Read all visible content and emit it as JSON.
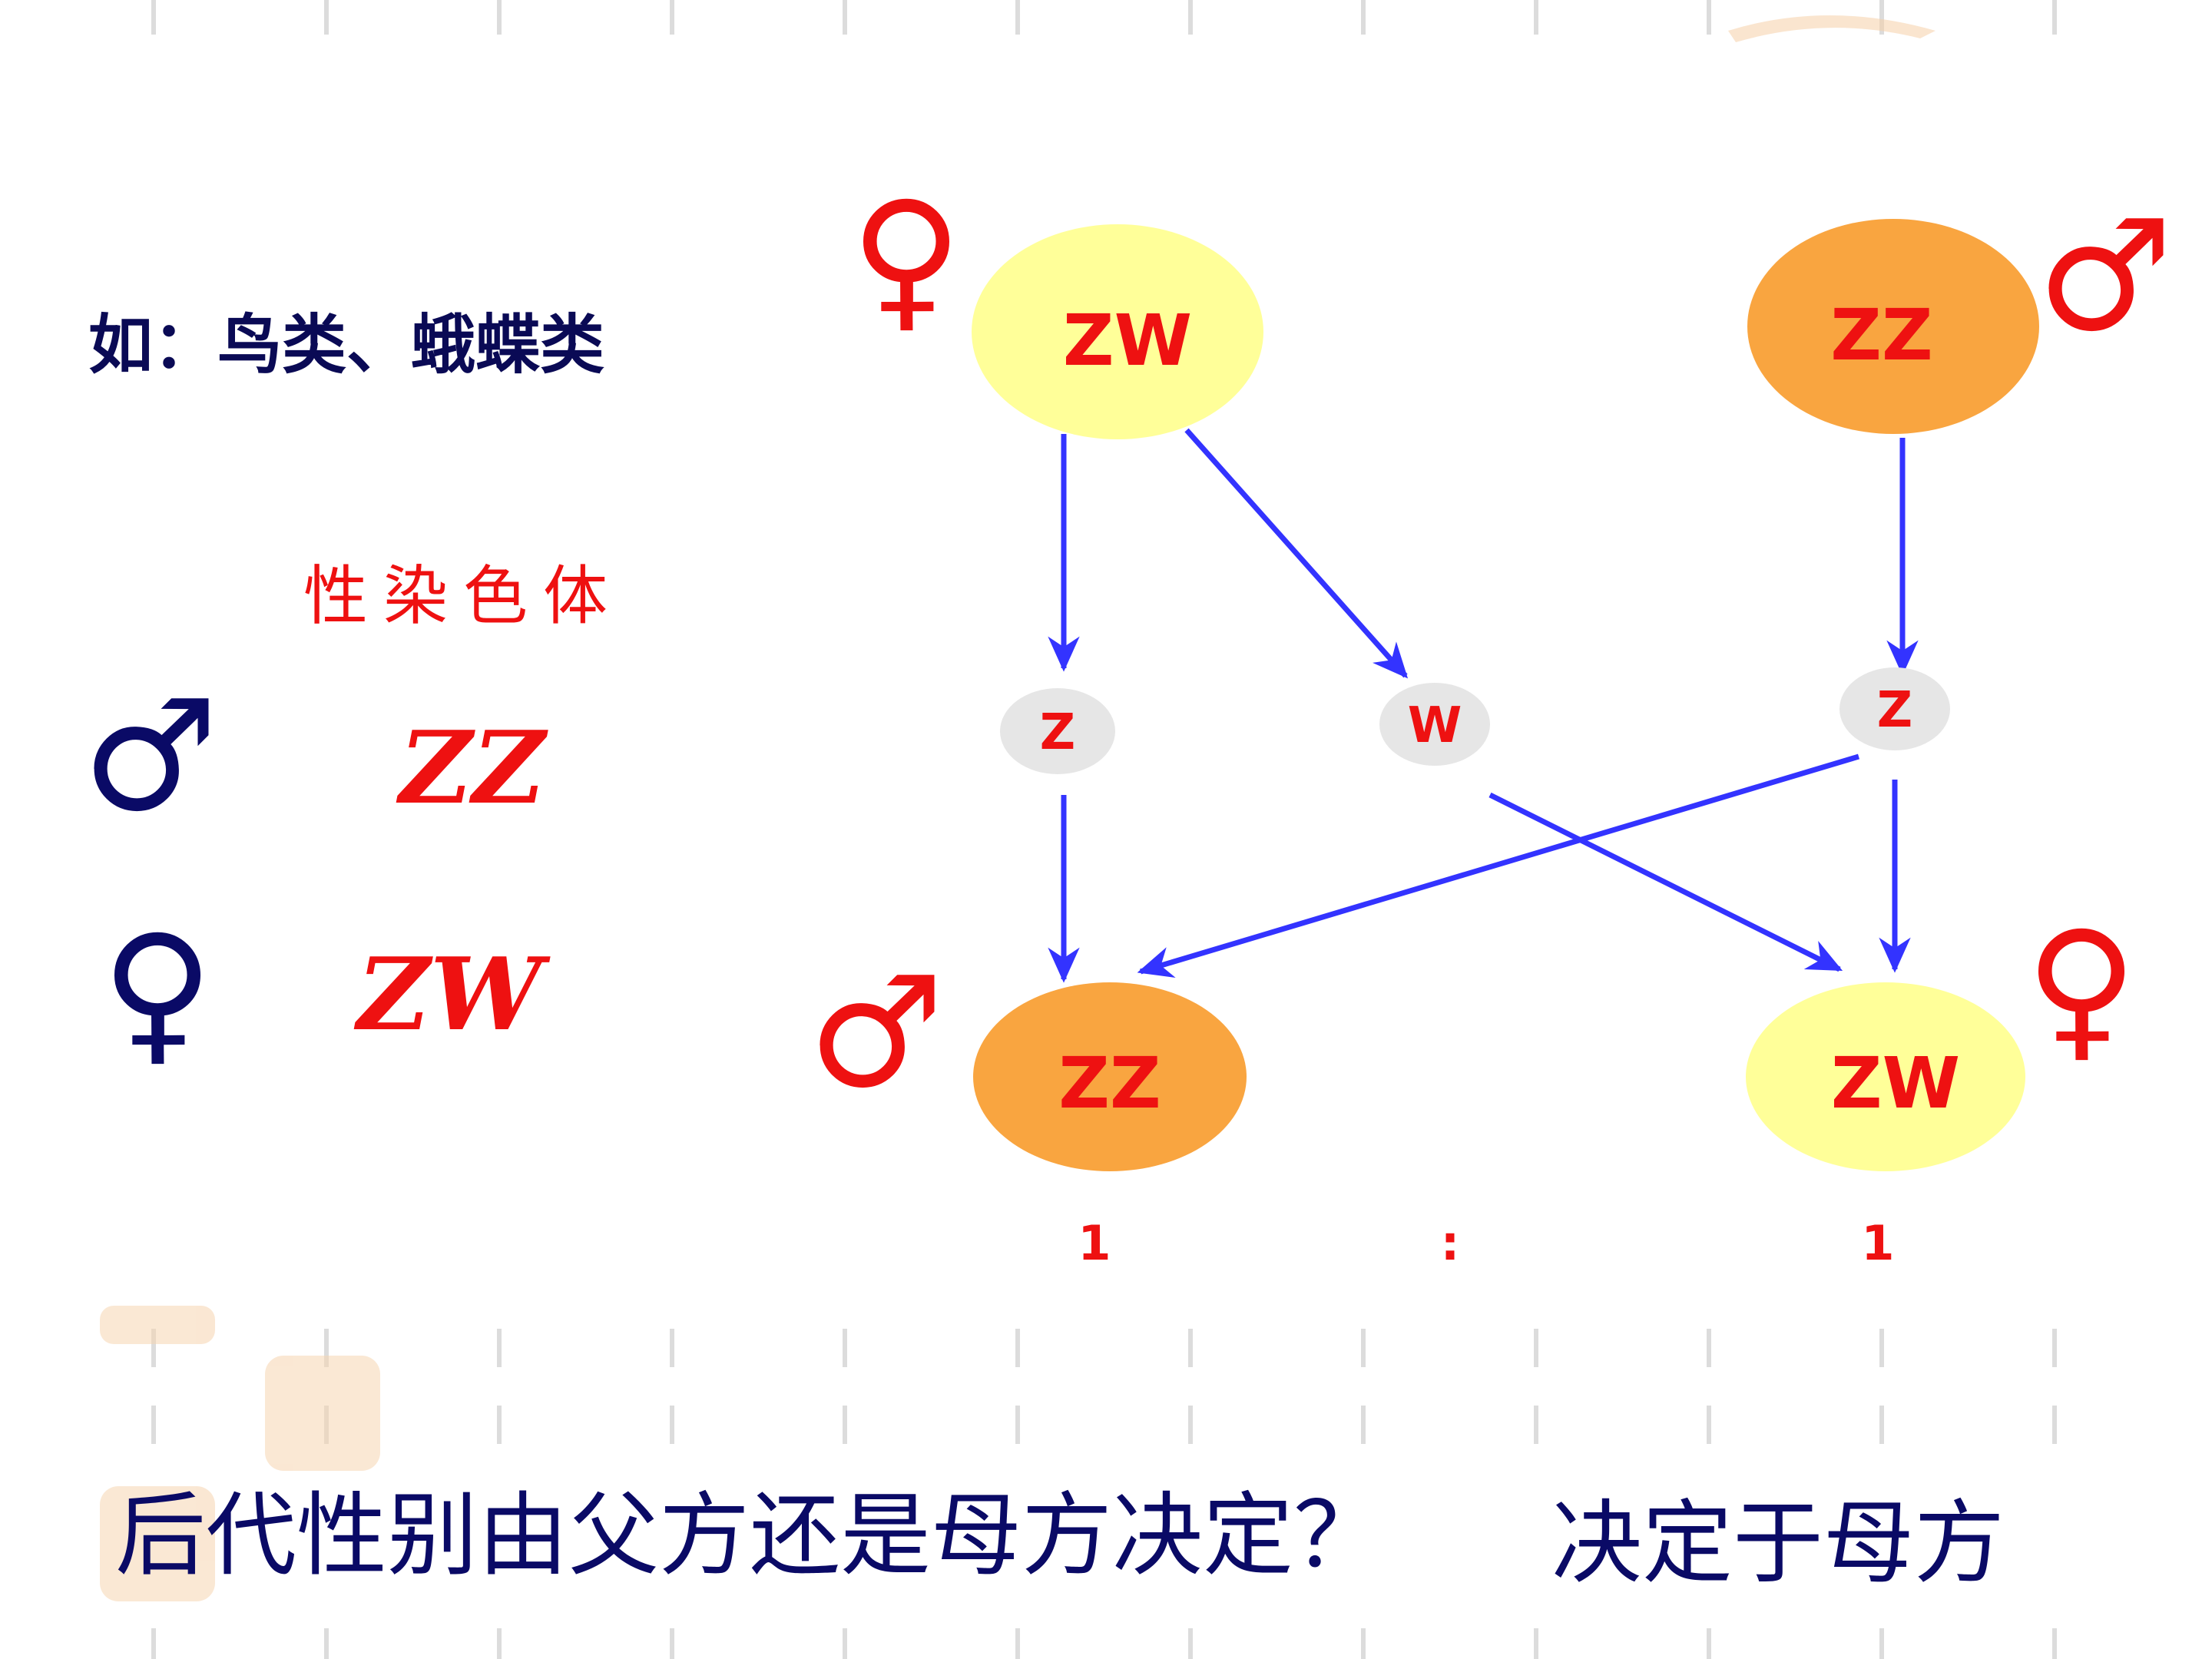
{
  "intro_text": "如：鸟类、蛾蝶类",
  "legend": {
    "heading": "性染色体",
    "rows": [
      {
        "symbol": "♂",
        "genotype": "ZZ"
      },
      {
        "symbol": "♀",
        "genotype": "ZW"
      }
    ]
  },
  "cross": {
    "parents": [
      {
        "symbol": "♀",
        "genotype": "ZW",
        "fill": "#FFFF99"
      },
      {
        "symbol": "♂",
        "genotype": "ZZ",
        "fill": "#F9A540"
      }
    ],
    "gametes": [
      "Z",
      "W",
      "Z"
    ],
    "offspring": [
      {
        "symbol": "♂",
        "genotype": "ZZ",
        "fill": "#F9A540"
      },
      {
        "symbol": "♀",
        "genotype": "ZW",
        "fill": "#FFFF99"
      }
    ],
    "ratio": {
      "left": "1",
      "sep": ":",
      "right": "1"
    }
  },
  "question": "后代性别由父方还是母方决定？",
  "answer": "决定于母方",
  "colors": {
    "arrow": "#3333FF",
    "genotype_text": "#EE1111",
    "symbol_red": "#EE1111",
    "navy": "#0A0A66",
    "gamete_fill": "#E6E6E6",
    "grid_tick": "#DDDDDD",
    "seal": "#F6D5B0"
  }
}
